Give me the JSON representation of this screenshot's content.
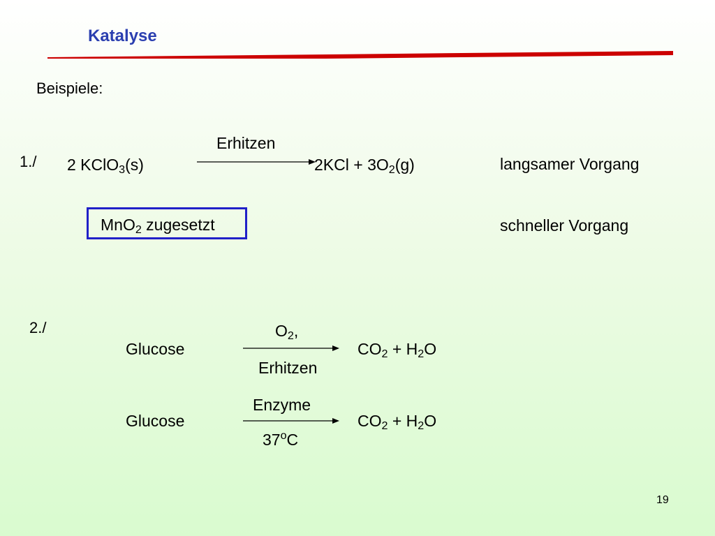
{
  "slide": {
    "title": "Katalyse",
    "subtitle": "Beispiele:",
    "page_number": "19",
    "accent_color": "#cc0000",
    "title_color": "#2b3fb0",
    "box_color": "#2020c8"
  },
  "example1": {
    "number": "1./",
    "reactant_a": "2 KClO",
    "reactant_sub": "3",
    "reactant_b": "(s)",
    "condition": "Erhitzen",
    "product_a": "2KCl + 3O",
    "product_sub": "2",
    "product_b": "(g)",
    "note_slow": "langsamer Vorgang",
    "catalyst_a": "MnO",
    "catalyst_sub": "2",
    "catalyst_b": " zugesetzt",
    "note_fast": "schneller Vorgang"
  },
  "example2": {
    "number": "2./",
    "reaction1": {
      "reactant": "Glucose",
      "cond_top_a": "O",
      "cond_top_sub": "2",
      "cond_top_b": ",",
      "cond_bottom": "Erhitzen",
      "prod_a": "CO",
      "prod_sub1": "2",
      "prod_b": " + H",
      "prod_sub2": "2",
      "prod_c": "O"
    },
    "reaction2": {
      "reactant": "Glucose",
      "cond_top": "Enzyme",
      "cond_bottom_a": "37",
      "cond_bottom_sup": "o",
      "cond_bottom_b": "C",
      "prod_a": "CO",
      "prod_sub1": "2",
      "prod_b": " + H",
      "prod_sub2": "2",
      "prod_c": "O"
    }
  }
}
